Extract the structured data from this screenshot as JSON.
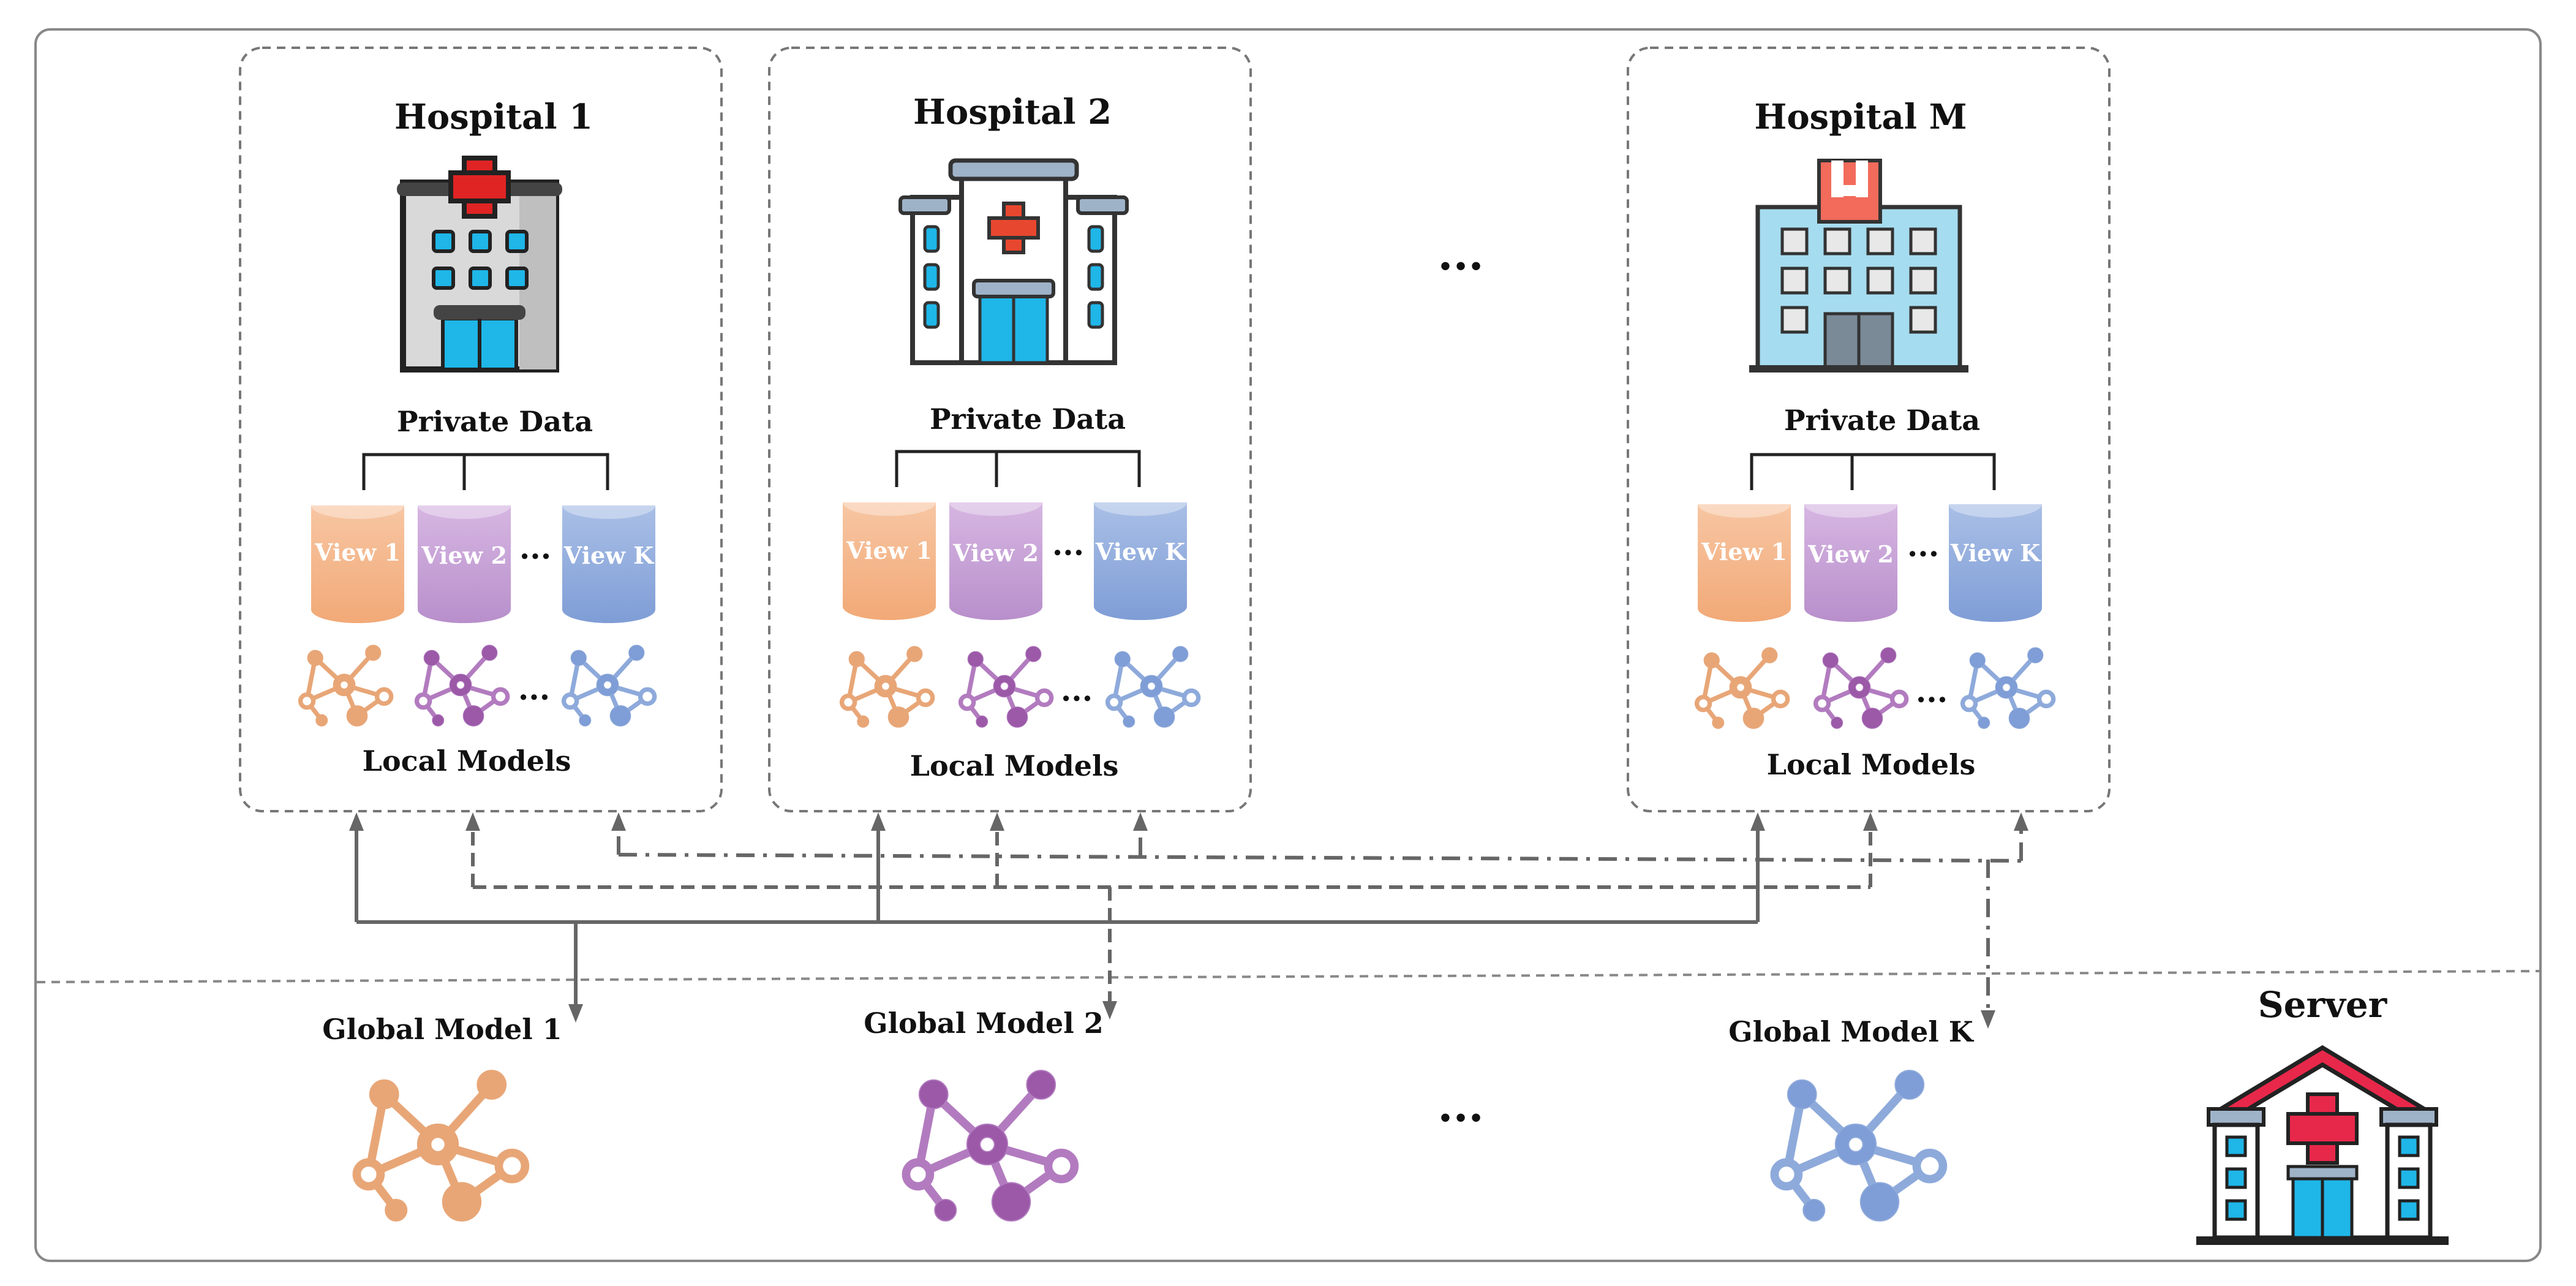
{
  "hospitals": [
    {
      "name": "Hospital 1",
      "private_data": "Private Data",
      "views": [
        "View 1",
        "View 2",
        "View K"
      ],
      "local_models": "Local Models"
    },
    {
      "name": "Hospital 2",
      "private_data": "Private Data",
      "views": [
        "View 1",
        "View 2",
        "View K"
      ],
      "local_models": "Local Models"
    },
    {
      "name": "Hospital M",
      "private_data": "Private Data",
      "views": [
        "View 1",
        "View 2",
        "View K"
      ],
      "local_models": "Local Models"
    }
  ],
  "ellipsis": "...",
  "global_models": [
    "Global Model 1",
    "Global Model 2",
    "Global Model K"
  ],
  "server_label": "Server",
  "colors": {
    "view1": "#f4b184",
    "view2": "#c39bd3",
    "viewK": "#8faadc",
    "frame": "#777777",
    "arrow": "#666666"
  },
  "icons": [
    "hospital-icon",
    "hospital-icon",
    "hospital-icon",
    "server-hospital-icon",
    "network-model-icon"
  ]
}
